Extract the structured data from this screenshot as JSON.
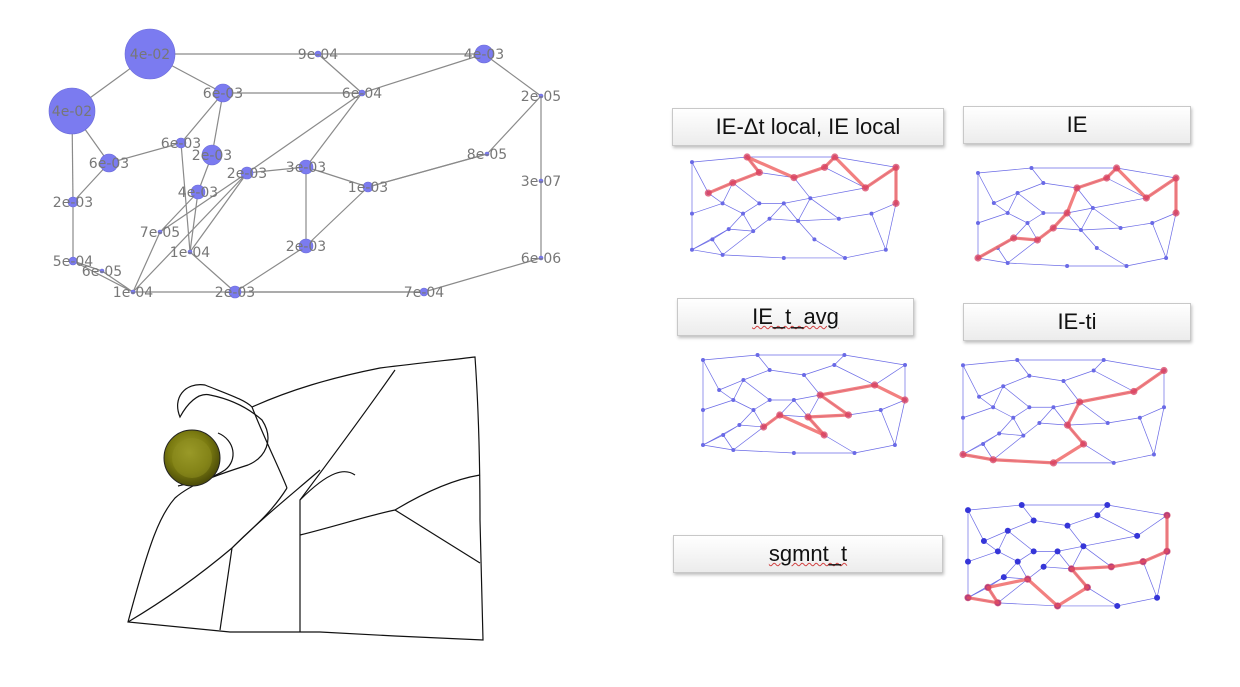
{
  "graph_labels": [
    "4e-02",
    "4e-02",
    "6e-03",
    "9e-04",
    "4e-03",
    "6e-04",
    "2e-05",
    "2e-03",
    "6e-03",
    "6e-03",
    "2e-03",
    "4e-03",
    "8e-05",
    "3e-07",
    "3e-03",
    "1e-03",
    "2e-03",
    "7e-05",
    "1e-04",
    "2e-03",
    "5e-04",
    "6e-05",
    "1e-04",
    "2e-03",
    "7e-04",
    "6e-06"
  ],
  "labels": {
    "ie_dt_local": "IE-Δt  local, IE local",
    "ie": "IE",
    "ie_t_avg": "IE_t_avg",
    "ie_ti": "IE-ti",
    "sgmnt_t": "sgmnt_t"
  },
  "colors": {
    "node_fill": "#7b7bf0",
    "edge": "#8a8a8a",
    "small_edge": "#6a6ae6",
    "highlight": "#f06a6a",
    "highlight_node": "#d84060",
    "sphere": "#7a7a10"
  }
}
